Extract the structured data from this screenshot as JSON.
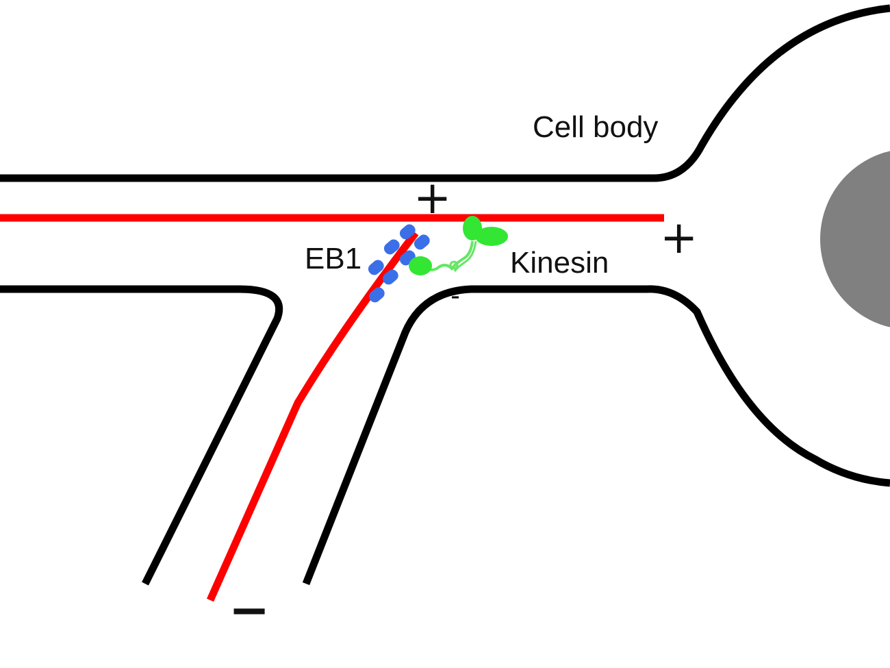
{
  "labels": {
    "cell_body": "Cell  body",
    "eb1": "EB1",
    "kinesin": "Kinesin"
  },
  "polarity": {
    "plus_top": "+",
    "plus_right": "+",
    "minus_bottom": "−"
  },
  "colors": {
    "membrane": "#000000",
    "microtubule": "#ff0000",
    "eb1": "#3a6fe8",
    "kinesin": "#33e633",
    "nucleus": "#808080"
  }
}
